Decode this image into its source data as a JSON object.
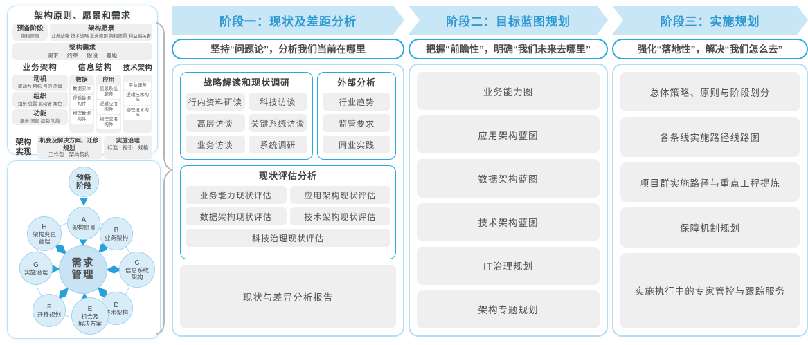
{
  "colors": {
    "accent_blue": "#29abe2",
    "header_band": "#c8e6f6",
    "header_text": "#2f9ad1",
    "gray_box": "#efeff0",
    "circle_fill": "#d9edf9",
    "center_circle_fill": "#c7e3f4",
    "arrow_blue": "#2b9fd9"
  },
  "sidebar": {
    "principles_panel": {
      "title": "架构原则、愿景和需求",
      "prep": {
        "title": "预备阶段",
        "sub": "架构原则"
      },
      "vision": {
        "title": "架构愿景",
        "sub": "业务战略 技术战略 业务原则 架构愿景 利益相关者"
      },
      "requirements": {
        "title": "架构需求",
        "sub": "需求 约束 假设 差距"
      },
      "business": {
        "title": "业务架构",
        "boxes": [
          {
            "title": "动机",
            "sub": "驱动力 目标 目的 测量"
          },
          {
            "title": "组织",
            "sub": "组织 位置 驱动者 角色"
          },
          {
            "title": "功能",
            "sub": "服务 流程 控制 功能"
          }
        ]
      },
      "information": {
        "title": "信息结构",
        "columns": [
          {
            "title": "数据",
            "items": [
              "数据实体",
              "逻辑数据构件",
              "物理数据构件"
            ]
          },
          {
            "title": "应用",
            "items": [
              "信息系统服务",
              "逻辑应用构件",
              "物理应用构件"
            ]
          }
        ]
      },
      "technology": {
        "title": "技术架构",
        "items": [
          "平台服务",
          "逻辑技术构件",
          "物理技术构件"
        ]
      },
      "realization": {
        "label": "架构实现",
        "boxes": [
          {
            "title": "机会及解决方案、迁移规划",
            "sub": "工作包 架构契约"
          },
          {
            "title": "实施治理",
            "sub": "标准 指引 规格"
          }
        ]
      }
    },
    "adm_panel": {
      "prep": "预备\n阶段",
      "center": "需求\n管理",
      "nodes": [
        {
          "letter": "A",
          "name": "架构愿景"
        },
        {
          "letter": "B",
          "name": "业务架构"
        },
        {
          "letter": "C",
          "name": "信息系统\n架构"
        },
        {
          "letter": "D",
          "name": "技术架构"
        },
        {
          "letter": "E",
          "name": "机会及\n解决方案"
        },
        {
          "letter": "F",
          "name": "迁移规划"
        },
        {
          "letter": "G",
          "name": "实施治理"
        },
        {
          "letter": "H",
          "name": "架构变更\n管理"
        }
      ]
    }
  },
  "phases": [
    {
      "header": "阶段一：现状及差距分析",
      "subtitle": "坚持“问题论”，分析我们当前在哪里",
      "groups": [
        {
          "title": "战略解读和现状调研",
          "items": [
            "行内资料研读",
            "科技访谈",
            "高层访谈",
            "关键系统访谈",
            "业务访谈",
            "系统调研"
          ]
        },
        {
          "title": "外部分析",
          "items": [
            "行业趋势",
            "监管要求",
            "同业实践"
          ]
        },
        {
          "title": "现状评估分析",
          "items": [
            "业务能力现状评估",
            "应用架构现状评估",
            "数据架构现状评估",
            "技术架构现状评估",
            "科技治理现状评估"
          ]
        }
      ],
      "report": "现状与差异分析报告"
    },
    {
      "header": "阶段二：目标蓝图规划",
      "subtitle": "把握“前瞻性”，明确“我们未来去哪里”",
      "items": [
        "业务能力图",
        "应用架构蓝图",
        "数据架构蓝图",
        "技术架构蓝图",
        "IT治理规划",
        "架构专题规划"
      ]
    },
    {
      "header": "阶段三：实施规划",
      "subtitle": "强化“落地性”，解决“我们怎么去”",
      "items": [
        "总体策略、原则与阶段划分",
        "各条线实施路径线路图",
        "项目群实施路径与重点工程提炼",
        "保障机制规划",
        "实施执行中的专家管控与跟踪服务"
      ]
    }
  ]
}
